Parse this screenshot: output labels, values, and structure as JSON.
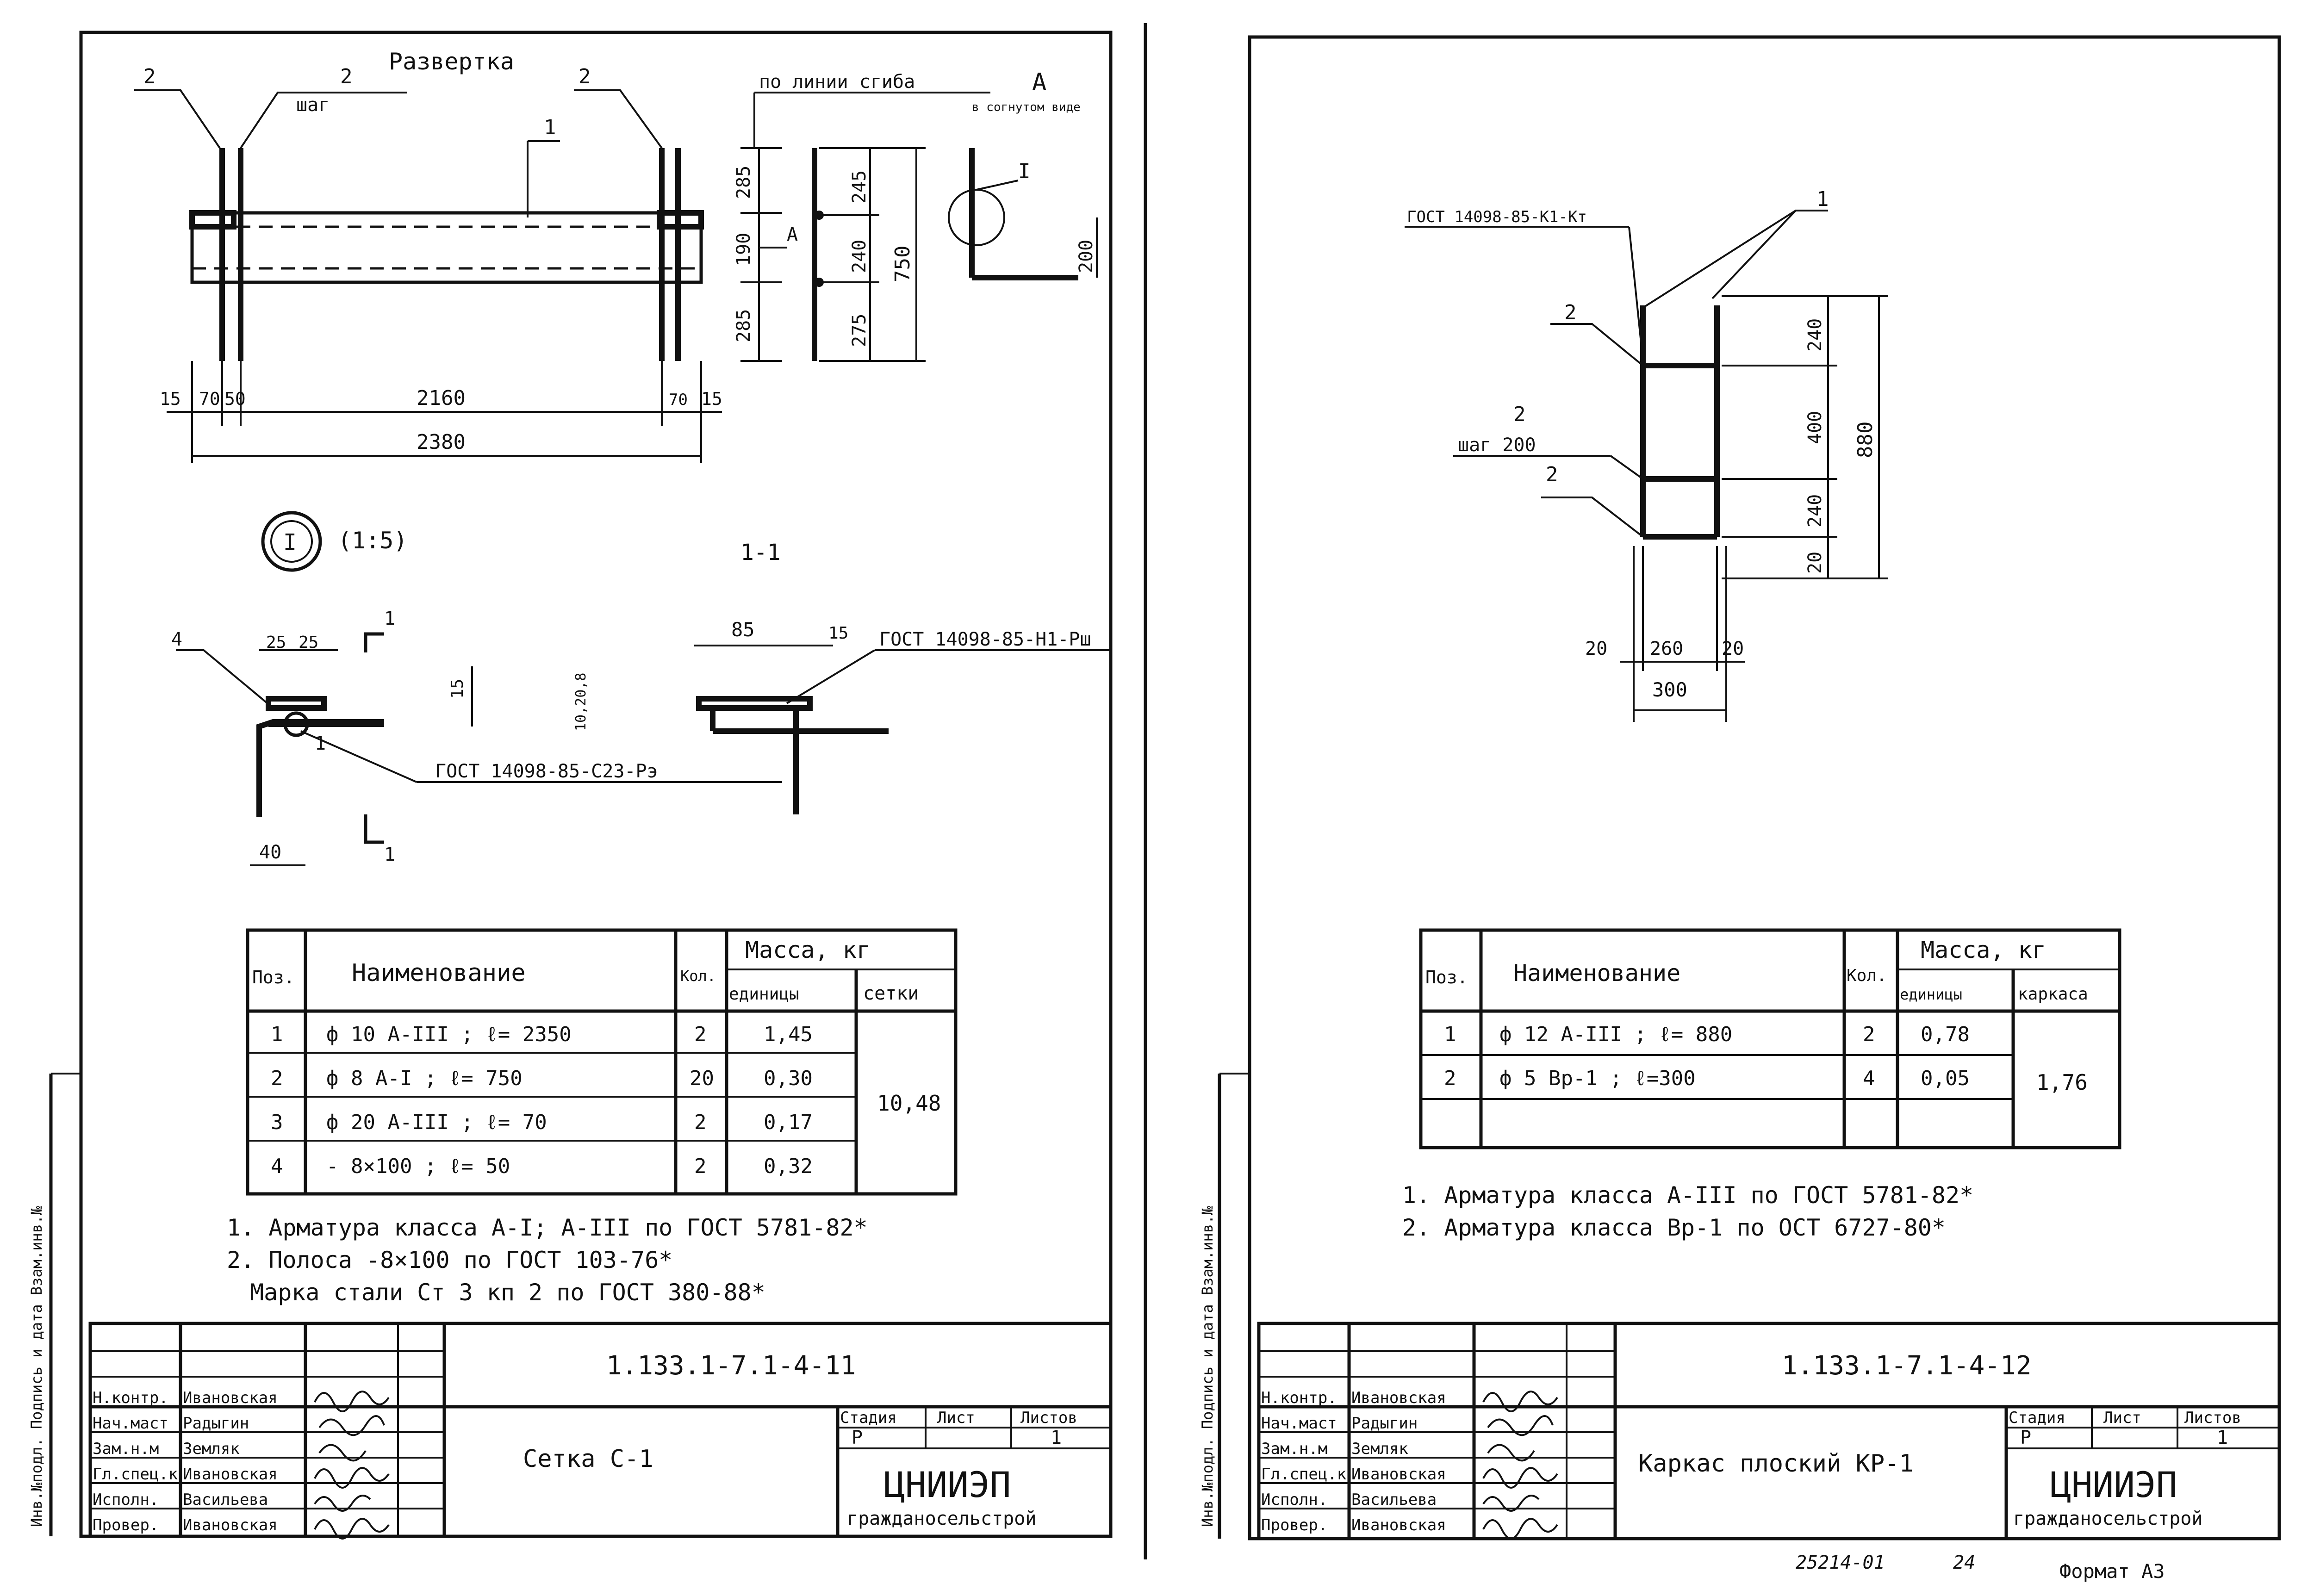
{
  "sheet1": {
    "view_title": "Развертка",
    "labels": {
      "pos2_a": "2",
      "pos2_b": "2",
      "step": "шаг",
      "pos2_c": "2",
      "pos1": "1",
      "bend_line": "по линии сгиба",
      "view_a": "А",
      "bent_view": "в согнутом виде",
      "arrow_a": "А",
      "detail_ref": "I"
    },
    "dims": {
      "d285a": "285",
      "d190": "190",
      "d285b": "285",
      "d245": "245",
      "d240": "240",
      "d275": "275",
      "d750": "750",
      "d200": "200",
      "d15l": "15",
      "d70l": "70",
      "d50": "50",
      "d2160": "2160",
      "d70r": "70",
      "d15r": "15",
      "d2380": "2380"
    },
    "detail": {
      "mark": "I",
      "scale": "(1:5)",
      "section": "1-1",
      "pos4": "4",
      "d25a": "25",
      "d25b": "25",
      "cut1a": "1",
      "cut1b": "1",
      "d15": "15",
      "gost_weld_a": "ГОСТ 14098-85-С23-Рэ",
      "pos1": "1",
      "d40": "40",
      "d85": "85",
      "d15b": "15",
      "gost_weld_b": "ГОСТ 14098-85-Н1-Рш",
      "d_vert": "10,20,8"
    },
    "table": {
      "headers": {
        "pos": "Поз.",
        "name": "Наименование",
        "qty": "Кол.",
        "mass": "Масса, кг",
        "unit": "единицы",
        "total": "сетки"
      },
      "rows": [
        {
          "pos": "1",
          "name": "ф 10 А-III ;   ℓ= 2350",
          "qty": "2",
          "unit": "1,45"
        },
        {
          "pos": "2",
          "name": "ф 8 А-I ;   ℓ= 750",
          "qty": "20",
          "unit": "0,30"
        },
        {
          "pos": "3",
          "name": "ф 20 А-III ;   ℓ= 70",
          "qty": "2",
          "unit": "0,17"
        },
        {
          "pos": "4",
          "name": "- 8×100 ;   ℓ= 50",
          "qty": "2",
          "unit": "0,32"
        }
      ],
      "total": "10,48"
    },
    "notes": [
      "1. Арматура класса А-I; А-III по ГОСТ 5781-82*",
      "2. Полоса -8×100 по ГОСТ 103-76*",
      "Марка стали Ст 3 кп 2 по ГОСТ 380-88*"
    ],
    "title_block": {
      "code": "1.133.1-7.1-4-11",
      "title": "Сетка С-1",
      "stage_hdr": "Стадия",
      "sheet_hdr": "Лист",
      "sheets_hdr": "Листов",
      "stage": "Р",
      "sheet": "",
      "sheets": "1",
      "org1": "ЦНИИЭП",
      "org2": "гражданосельстрой",
      "staff": [
        {
          "role": "Н.контр.",
          "name": "Ивановская"
        },
        {
          "role": "Нач.маст",
          "name": "Радыгин"
        },
        {
          "role": "Зам.н.м",
          "name": "Земляк"
        },
        {
          "role": "Гл.спец.к",
          "name": "Ивановская"
        },
        {
          "role": "Исполн.",
          "name": "Васильева"
        },
        {
          "role": "Провер.",
          "name": "Ивановская"
        }
      ]
    },
    "side_stamp": "Инв.№подл.  Подпись и дата  Взам.инв.№"
  },
  "sheet2": {
    "labels": {
      "gost_weld": "ГОСТ 14098-85-К1-Кт",
      "pos1": "1",
      "pos2_a": "2",
      "pos2_b": "2",
      "step": "шаг 200",
      "pos2_c": "2"
    },
    "dims": {
      "d240a": "240",
      "d400": "400",
      "d240b": "240",
      "d20v": "20",
      "d880": "880",
      "d20l": "20",
      "d260": "260",
      "d20r": "20",
      "d300": "300"
    },
    "table": {
      "headers": {
        "pos": "Поз.",
        "name": "Наименование",
        "qty": "Кол.",
        "mass": "Масса, кг",
        "unit": "единицы",
        "total": "каркаса"
      },
      "rows": [
        {
          "pos": "1",
          "name": "ф 12 А-III ;   ℓ= 880",
          "qty": "2",
          "unit": "0,78"
        },
        {
          "pos": "2",
          "name": "ф 5 Вр-1 ;   ℓ=300",
          "qty": "4",
          "unit": "0,05"
        }
      ],
      "total": "1,76"
    },
    "notes": [
      "1. Арматура класса А-III по ГОСТ 5781-82*",
      "2. Арматура класса Вр-1 по ОСТ 6727-80*"
    ],
    "title_block": {
      "code": "1.133.1-7.1-4-12",
      "title": "Каркас плоский КР-1",
      "stage_hdr": "Стадия",
      "sheet_hdr": "Лист",
      "sheets_hdr": "Листов",
      "stage": "Р",
      "sheet": "",
      "sheets": "1",
      "org1": "ЦНИИЭП",
      "org2": "гражданосельстрой",
      "staff": [
        {
          "role": "Н.контр.",
          "name": "Ивановская"
        },
        {
          "role": "Нач.маст",
          "name": "Радыгин"
        },
        {
          "role": "Зам.н.м",
          "name": "Земляк"
        },
        {
          "role": "Гл.спец.к",
          "name": "Ивановская"
        },
        {
          "role": "Исполн.",
          "name": "Васильева"
        },
        {
          "role": "Провер.",
          "name": "Ивановская"
        }
      ]
    },
    "side_stamp": "Инв.№подл.  Подпись и дата  Взам.инв.№"
  },
  "footer": {
    "doc_number": "25214-01",
    "page": "24",
    "format": "Формат А3"
  }
}
